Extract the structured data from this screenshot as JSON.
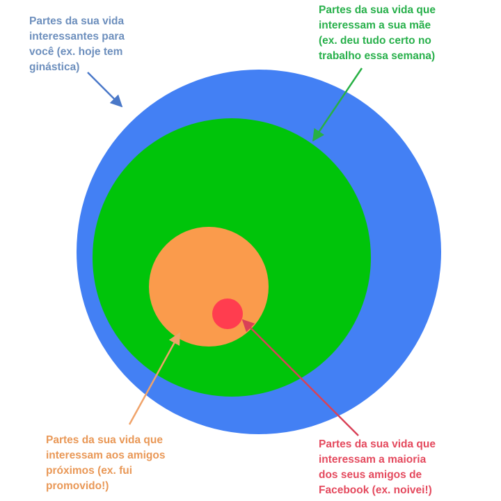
{
  "colors": {
    "blue": "#4380f4",
    "green": "#00c40a",
    "orange": "#fa9b4c",
    "red": "#ff3d4f",
    "label_blue": "#6d8fbd",
    "label_green": "#28b04b",
    "label_orange": "#e99857",
    "label_red": "#e44a5e"
  },
  "labels": {
    "blue": {
      "lines": [
        "Partes da sua vida",
        "interessantes para",
        "você (ex. hoje tem",
        "ginástica)"
      ]
    },
    "green": {
      "lines": [
        "Partes da sua vida que",
        "interessam a sua mãe",
        "(ex. deu tudo certo no",
        "trabalho essa semana)"
      ]
    },
    "orange": {
      "lines": [
        "Partes da sua vida que",
        "interessam aos amigos",
        "próximos (ex. fui",
        "promovido!)"
      ]
    },
    "red": {
      "lines": [
        "Partes da sua vida que",
        "interessam a maioria",
        "dos seus amigos de",
        "Facebook (ex. noivei!)"
      ]
    }
  }
}
